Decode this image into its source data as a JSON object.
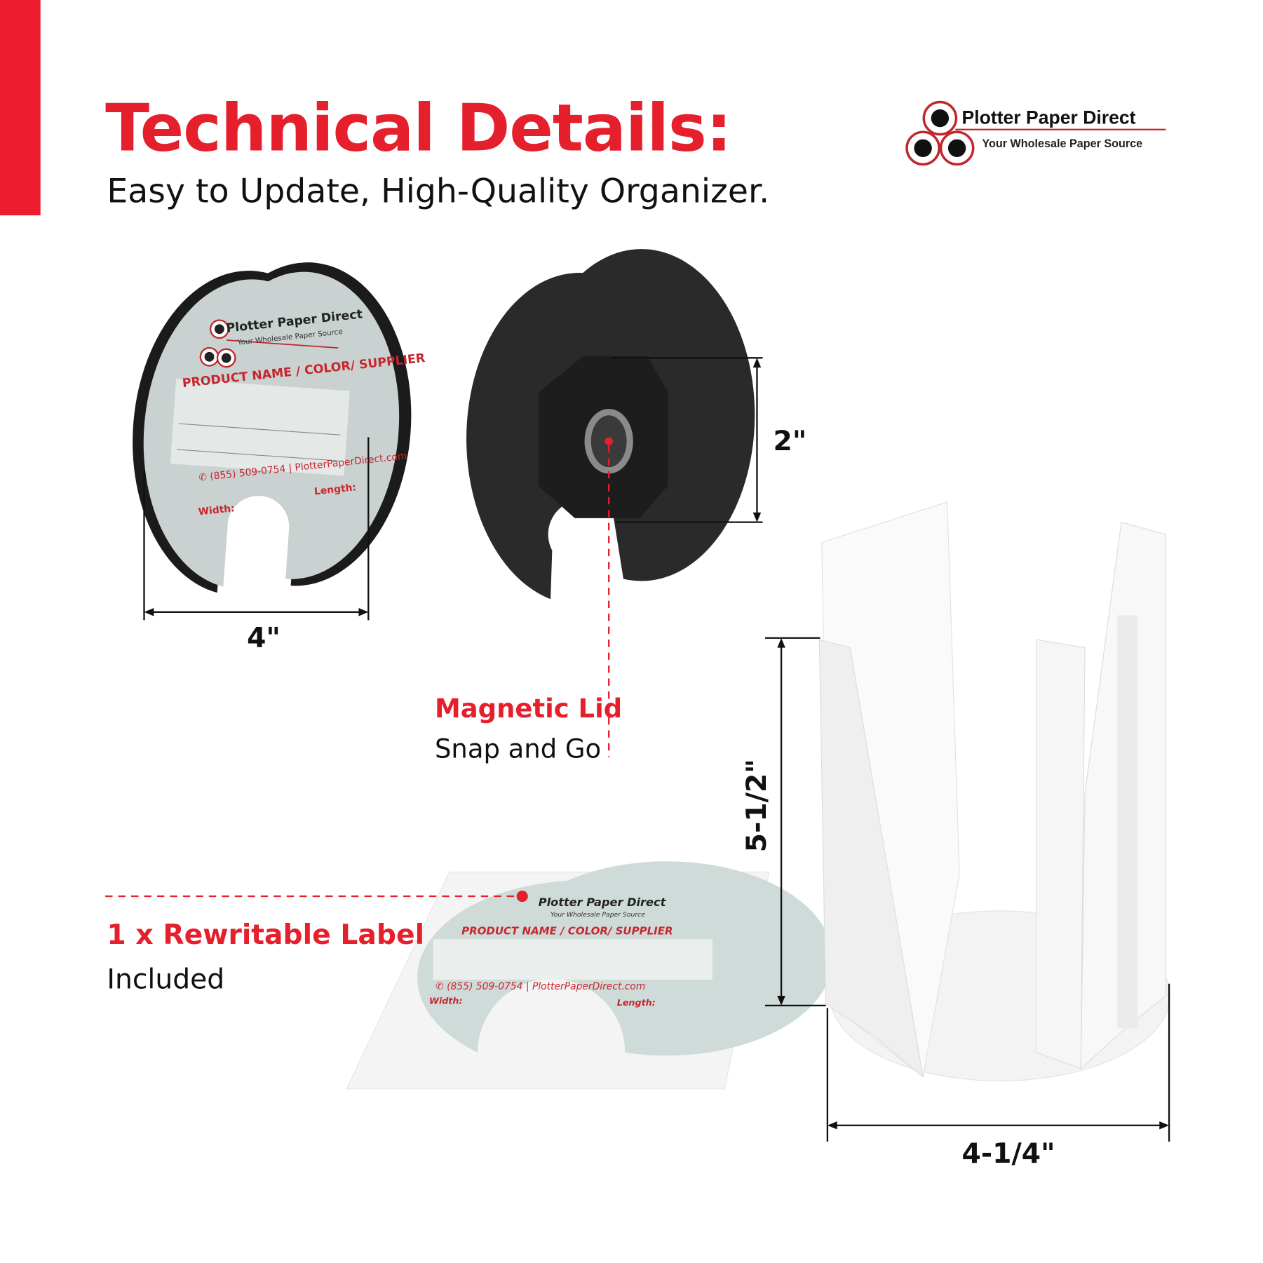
{
  "header": {
    "title": "Technical Details:",
    "subtitle": "Easy to Update, High-Quality Organizer."
  },
  "logo": {
    "name": "Plotter Paper Direct",
    "tagline": "Your Wholesale Paper Source"
  },
  "label_disc": {
    "brand": "Plotter Paper Direct",
    "tagline": "Your Wholesale Paper Source",
    "field_heading": "PRODUCT NAME / COLOR/ SUPPLIER",
    "phone": "(855) 509-0754",
    "website": "PlotterPaperDirect.com",
    "width_label": "Width:",
    "length_label": "Length:"
  },
  "dimensions": {
    "label_width": "4\"",
    "hub_height": "2\"",
    "holder_height": "5-1/2\"",
    "holder_width": "4-1/4\""
  },
  "callouts": {
    "lid_heading": "Magnetic Lid",
    "lid_sub": "Snap and Go",
    "label_heading": "1 x Rewritable Label",
    "label_sub": "Included"
  },
  "colors": {
    "accent": "#e51f2b",
    "dark": "#111111",
    "label_bg": "#c9d2d0"
  }
}
